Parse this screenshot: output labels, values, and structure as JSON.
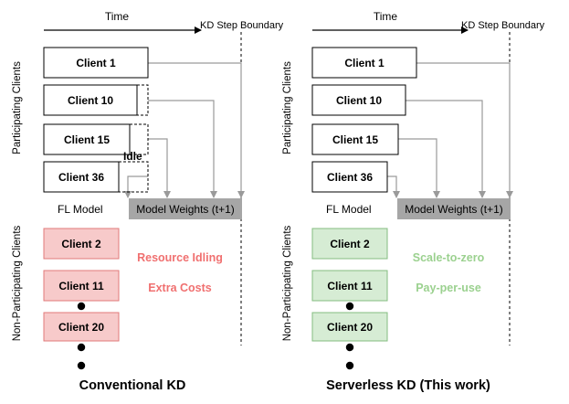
{
  "colors": {
    "arrow": "#9a9a9a",
    "weights_bar": "#a6a6a6",
    "nonpart_conv_fill": "#f7caca",
    "nonpart_conv_stroke": "#e07a7a",
    "nonpart_sls_fill": "#d6ecd4",
    "nonpart_sls_stroke": "#84bd80",
    "conv_note": "#f07070",
    "sls_note": "#9bd18f"
  },
  "labels": {
    "time": "Time",
    "boundary": "KD Step Boundary",
    "participating": "Participating Clients",
    "non_participating": "Non-Participating Clients",
    "fl_model": "FL Model",
    "weights": "Model Weights (t+1)",
    "idle": "Idle"
  },
  "conventional": {
    "title": "Conventional KD",
    "participating": [
      "Client 1",
      "Client 10",
      "Client 15",
      "Client 36"
    ],
    "non_participating": [
      "Client 2",
      "Client 11",
      "Client 20"
    ],
    "notes": [
      "Resource Idling",
      "Extra Costs"
    ]
  },
  "serverless": {
    "title": "Serverless KD (This work)",
    "participating": [
      "Client 1",
      "Client 10",
      "Client 15",
      "Client 36"
    ],
    "non_participating": [
      "Client 2",
      "Client 11",
      "Client 20"
    ],
    "notes": [
      "Scale-to-zero",
      "Pay-per-use"
    ]
  }
}
